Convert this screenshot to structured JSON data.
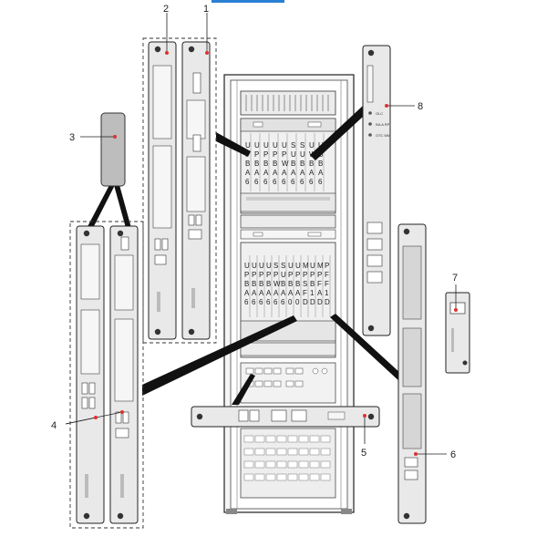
{
  "callouts": [
    {
      "id": "1",
      "label": "1"
    },
    {
      "id": "2",
      "label": "2"
    },
    {
      "id": "3",
      "label": "3"
    },
    {
      "id": "4",
      "label": "4"
    },
    {
      "id": "5",
      "label": "5"
    },
    {
      "id": "6",
      "label": "6"
    },
    {
      "id": "7",
      "label": "7"
    },
    {
      "id": "8",
      "label": "8"
    }
  ],
  "upper_chassis": {
    "columns": [
      [
        "U",
        "P",
        "B",
        "A",
        "6"
      ],
      [
        "U",
        "P",
        "B",
        "A",
        "6"
      ],
      [
        "U",
        "P",
        "B",
        "A",
        "6"
      ],
      [
        "U",
        "P",
        "B",
        "A",
        "6"
      ],
      [
        "U",
        "P",
        "W",
        "A",
        "6"
      ],
      [
        "S",
        "U",
        "B",
        "A",
        "6"
      ],
      [
        "S",
        "U",
        "B",
        "A",
        "6"
      ],
      [
        "U",
        "W",
        "B",
        "A",
        "6"
      ],
      [
        "U",
        "B",
        "B",
        "A",
        "6"
      ]
    ]
  },
  "lower_chassis": {
    "columns": [
      [
        "U",
        "P",
        "B",
        "A",
        "6"
      ],
      [
        "U",
        "P",
        "B",
        "A",
        "6"
      ],
      [
        "U",
        "P",
        "B",
        "A",
        "6"
      ],
      [
        "U",
        "P",
        "B",
        "A",
        "6"
      ],
      [
        "S",
        "P",
        "W",
        "A",
        "6"
      ],
      [
        "S",
        "U",
        "B",
        "A",
        "6"
      ],
      [
        "U",
        "P",
        "B",
        "A",
        "0"
      ],
      [
        "U",
        "P",
        "B",
        "A",
        "0"
      ],
      [
        "M",
        "P",
        "S",
        "F",
        "D"
      ],
      [
        "U",
        "P",
        "B",
        "1",
        "D"
      ],
      [
        "M",
        "P",
        "F",
        "A",
        "D"
      ],
      [
        "P",
        "F",
        "F",
        "1",
        "D"
      ]
    ]
  },
  "board8_labels": [
    "OLC",
    "INLA RPI",
    "OTC MM"
  ],
  "colors": {
    "line": "#222222",
    "board_fill": "#e9e9e9",
    "board_dark": "#bdbdbd",
    "cabinet_fill": "#f4f4f4",
    "callout_red": "#e03030",
    "link_blue": "#2a7fd4"
  }
}
